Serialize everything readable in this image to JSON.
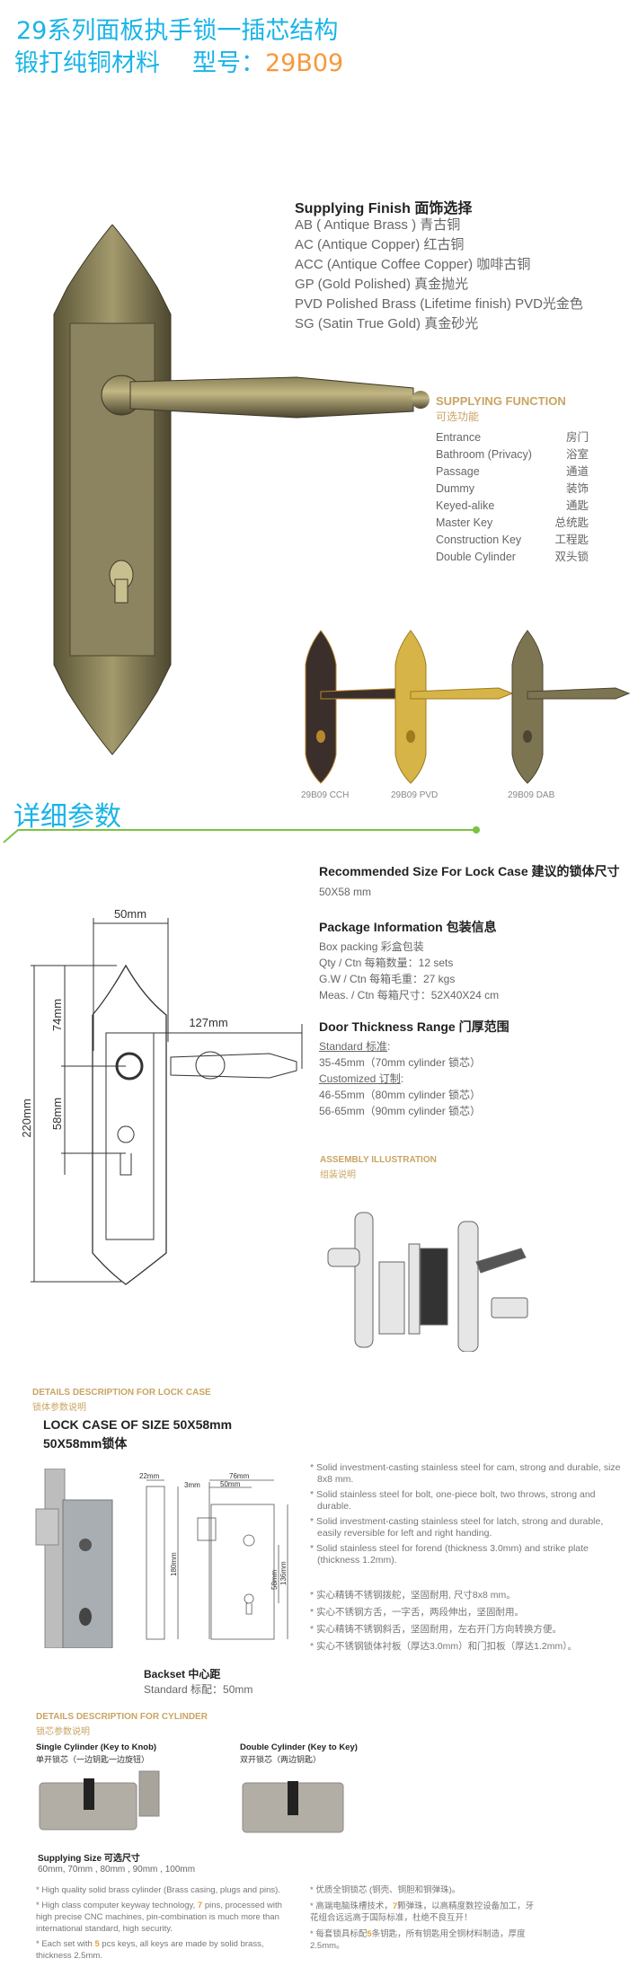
{
  "header": {
    "line1": "29系列面板执手锁一插芯结构",
    "line2_left": "锻打纯铜材料",
    "line2_label": "型号：",
    "model": "29B09"
  },
  "finish": {
    "heading": "Supplying Finish 面饰选择",
    "items": [
      "AB ( Antique Brass ) 青古铜",
      "AC (Antique Copper) 红古铜",
      "ACC (Antique Coffee Copper) 咖啡古铜",
      "GP (Gold Polished) 真金抛光",
      "PVD Polished Brass (Lifetime finish) PVD光金色",
      "SG (Satin True Gold) 真金砂光"
    ]
  },
  "function": {
    "heading": "SUPPLYING FUNCTION",
    "heading_cn": "可选功能",
    "items": [
      {
        "en": "Entrance",
        "cn": "房门"
      },
      {
        "en": "Bathroom (Privacy)",
        "cn": "浴室"
      },
      {
        "en": "Passage",
        "cn": "通道"
      },
      {
        "en": "Dummy",
        "cn": "装饰"
      },
      {
        "en": "Keyed-alike",
        "cn": "通匙"
      },
      {
        "en": "Master Key",
        "cn": "总统匙"
      },
      {
        "en": "Construction Key",
        "cn": "工程匙"
      },
      {
        "en": "Double Cylinder",
        "cn": "双头锁"
      }
    ]
  },
  "variants": [
    {
      "label": "29B09 CCH",
      "color": "#3a2f2a",
      "trim": "#b8862e"
    },
    {
      "label": "29B09 PVD",
      "color": "#d6b448",
      "trim": "#a07a1c"
    },
    {
      "label": "29B09 DAB",
      "color": "#7d7452",
      "trim": "#4c4630"
    }
  ],
  "section_title": "详细参数",
  "accent": "#7dc242",
  "specs": {
    "rec_heading": "Recommended Size For Lock Case 建议的锁体尺寸",
    "rec_value": "50X58 mm",
    "pkg_heading": "Package  Information 包装信息",
    "pkg_items": [
      "Box packing 彩盒包装",
      "Qty / Ctn 每箱数量：12 sets",
      "G.W / Ctn 每箱毛重：27 kgs",
      "Meas. / Ctn 每箱尺寸：52X40X24 cm"
    ],
    "door_heading": "Door Thickness Range 门厚范围",
    "standard_label": "Standard 标准",
    "standard_value": "35-45mm（70mm cylinder 锁芯）",
    "custom_label": "Customized 订制",
    "custom_values": [
      "46-55mm（80mm cylinder 锁芯）",
      "56-65mm（90mm cylinder 锁芯）"
    ]
  },
  "dimensions": {
    "width": "50mm",
    "handle": "127mm",
    "top": "74mm",
    "bottom": "58mm",
    "total": "220mm"
  },
  "assembly": {
    "heading": "ASSEMBLY ILLUSTRATION",
    "heading_cn": "组装说明"
  },
  "lockcase": {
    "heading": "DETAILS DESCRIPTION FOR LOCK CASE",
    "heading_cn": "锁体参数说明",
    "title1": "LOCK CASE OF SIZE 50X58mm",
    "title2": "50X58mm锁体",
    "dims": {
      "d22": "22mm",
      "d76": "76mm",
      "d3": "3mm",
      "d50": "50mm",
      "d180": "180mm",
      "d58": "58mm",
      "d136": "136mm"
    },
    "bullets_en": [
      "Solid investment-casting stainless steel for cam, strong and durable, size 8x8 mm.",
      "Solid stainless steel for bolt, one-piece bolt, two throws, strong and durable.",
      "Solid investment-casting stainless steel for latch, strong and durable, easily reversible for left and right handing.",
      "Solid stainless steel for forend (thickness 3.0mm) and strike plate (thickness 1.2mm)."
    ],
    "bullets_cn": [
      "实心精铸不锈钢拨舵，坚固耐用, 尺寸8x8 mm。",
      "实心不锈钢方舌，一字舌，两段伸出，坚固耐用。",
      "实心精铸不锈钢斜舌，坚固耐用，左右开门方向转换方便。",
      "实心不锈钢锁体衬板（厚达3.0mm）和门扣板（厚达1.2mm）。"
    ],
    "backset_heading": "Backset 中心距",
    "backset_value": "Standard 标配：50mm"
  },
  "cylinder": {
    "heading": "DETAILS DESCRIPTION FOR CYLINDER",
    "heading_cn": "锁芯参数说明",
    "single": "Single Cylinder (Key to Knob)",
    "single_cn": "单开锁芯（一边钥匙一边旋钮）",
    "double": "Double Cylinder (Key to Key)",
    "double_cn": "双开锁芯（两边钥匙）",
    "size_heading": "Supplying Size 可选尺寸",
    "size_value": "60mm, 70mm , 80mm , 90mm , 100mm",
    "b1": "High quality solid brass cylinder (Brass casing, plugs and pins).",
    "b2_pre": "High class computer keyway technology, ",
    "b2_num": "7",
    "b2_post": " pins, processed with high precise CNC machines, pin-combination is much more than international standard, high security.",
    "b3_pre": "Each set with ",
    "b3_num": "5",
    "b3_post": " pcs keys, all keys are made by solid brass, thickness 2.5mm.",
    "c1": "优质全铜锁芯 (铜壳、铜胆和铜弹珠)。",
    "c2_pre": "高端电脑珠槽技术，",
    "c2_num": "7",
    "c2_post": "颗弹珠，以高精度数控设备加工，牙花组合远远高于国际标准，杜绝不良互开！",
    "c3_pre": "每套锁具标配",
    "c3_num": "5",
    "c3_post": "条钥匙，所有钥匙用全铜材料制造，厚度2.5mm。"
  }
}
